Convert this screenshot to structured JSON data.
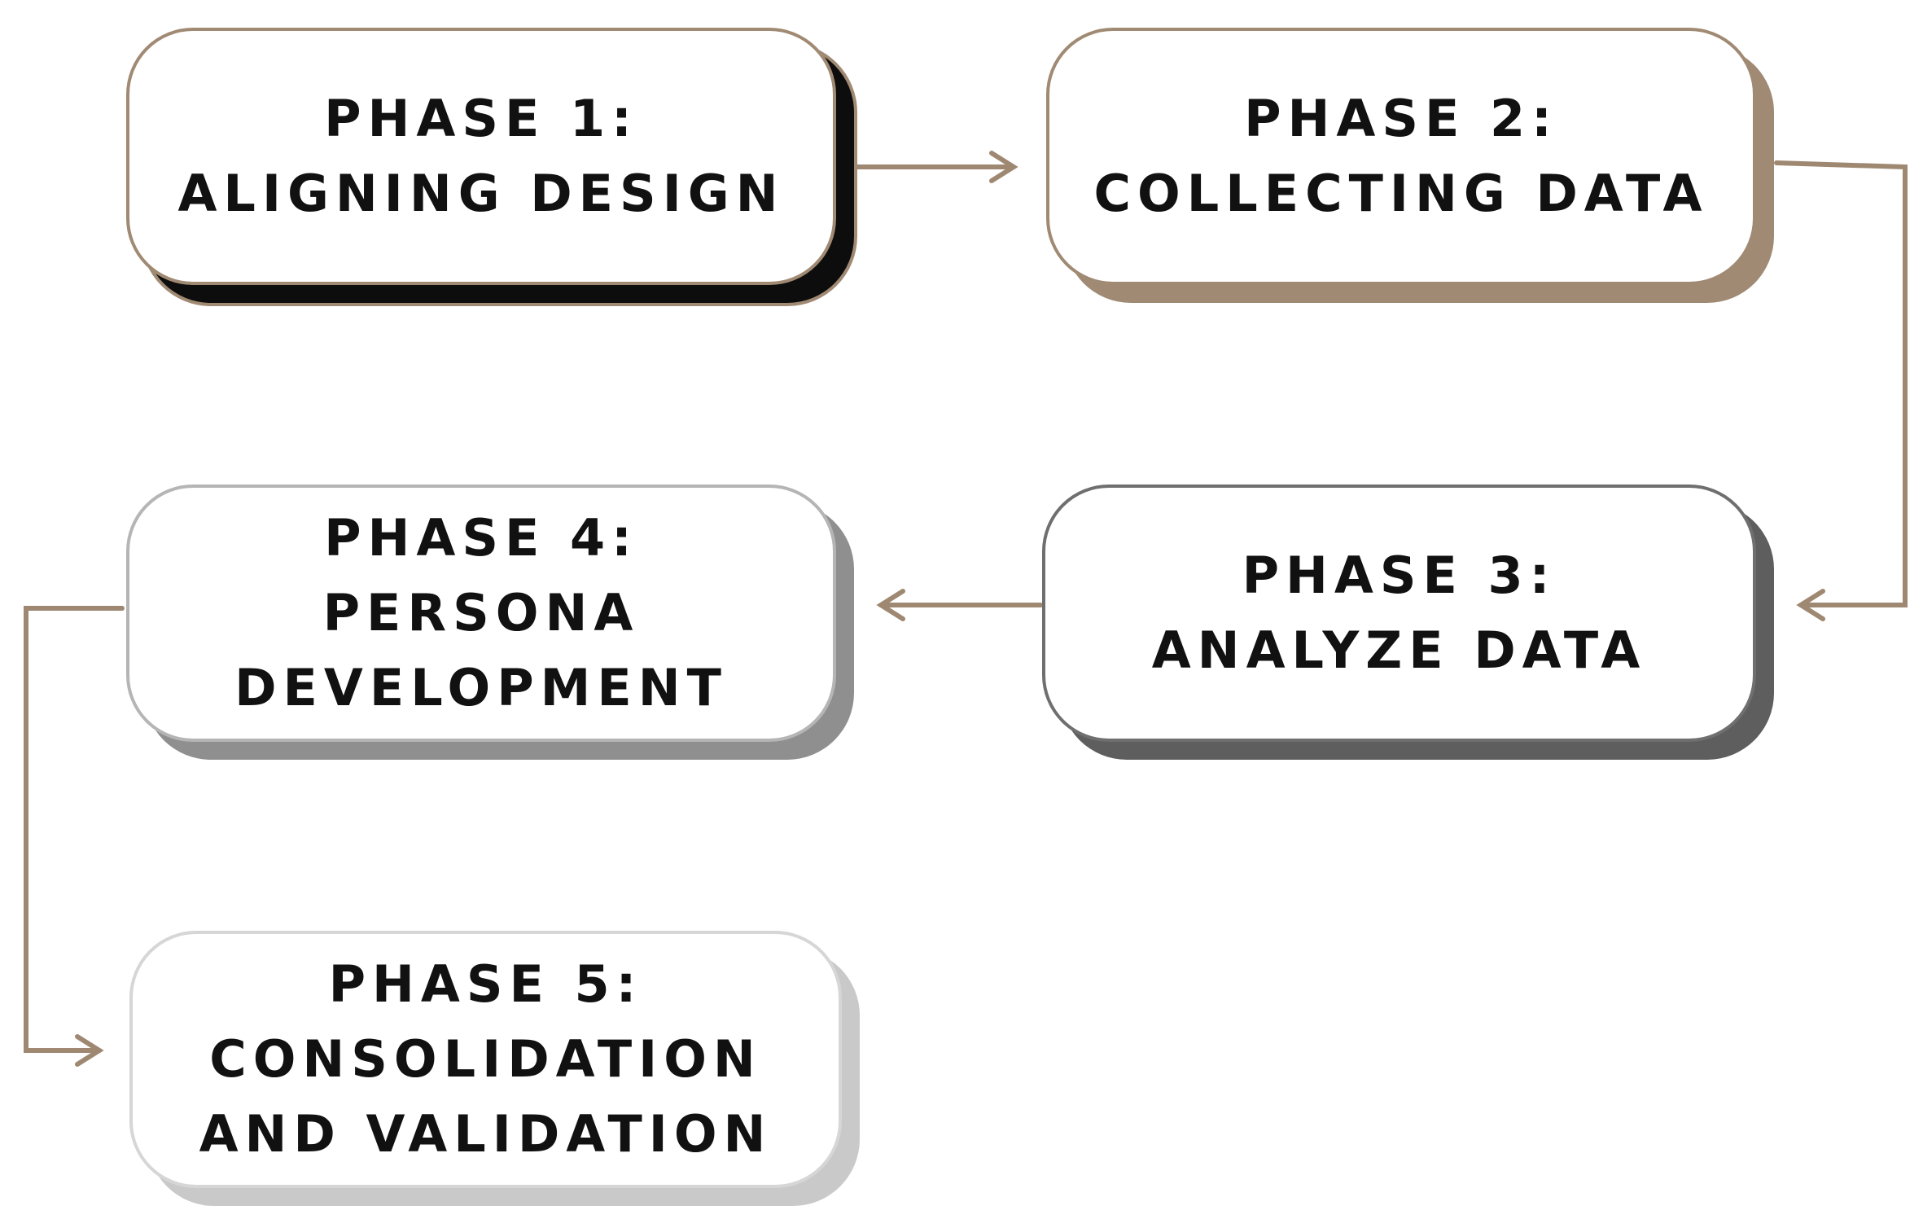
{
  "connector_color": "#9e8872",
  "phases": [
    {
      "lines": [
        "PHASE 1:",
        "ALIGNING DESIGN"
      ],
      "border_color": "#a08a73",
      "shadow_color": "#0d0d0d"
    },
    {
      "lines": [
        "PHASE 2:",
        "COLLECTING DATA"
      ],
      "border_color": "#a08a73",
      "shadow_color": "#a08a73"
    },
    {
      "lines": [
        "PHASE 3:",
        "ANALYZE DATA"
      ],
      "border_color": "#6f6f6f",
      "shadow_color": "#5e5e5e"
    },
    {
      "lines": [
        "PHASE 4:",
        "PERSONA",
        "DEVELOPMENT"
      ],
      "border_color": "#b5b5b5",
      "shadow_color": "#8f8f8f"
    },
    {
      "lines": [
        "PHASE 5:",
        "CONSOLIDATION",
        "AND VALIDATION"
      ],
      "border_color": "#d6d6d6",
      "shadow_color": "#c9c9c9"
    }
  ],
  "connections": [
    {
      "from": "PHASE 1",
      "to": "PHASE 2"
    },
    {
      "from": "PHASE 2",
      "to": "PHASE 3"
    },
    {
      "from": "PHASE 3",
      "to": "PHASE 4"
    },
    {
      "from": "PHASE 4",
      "to": "PHASE 5"
    }
  ]
}
